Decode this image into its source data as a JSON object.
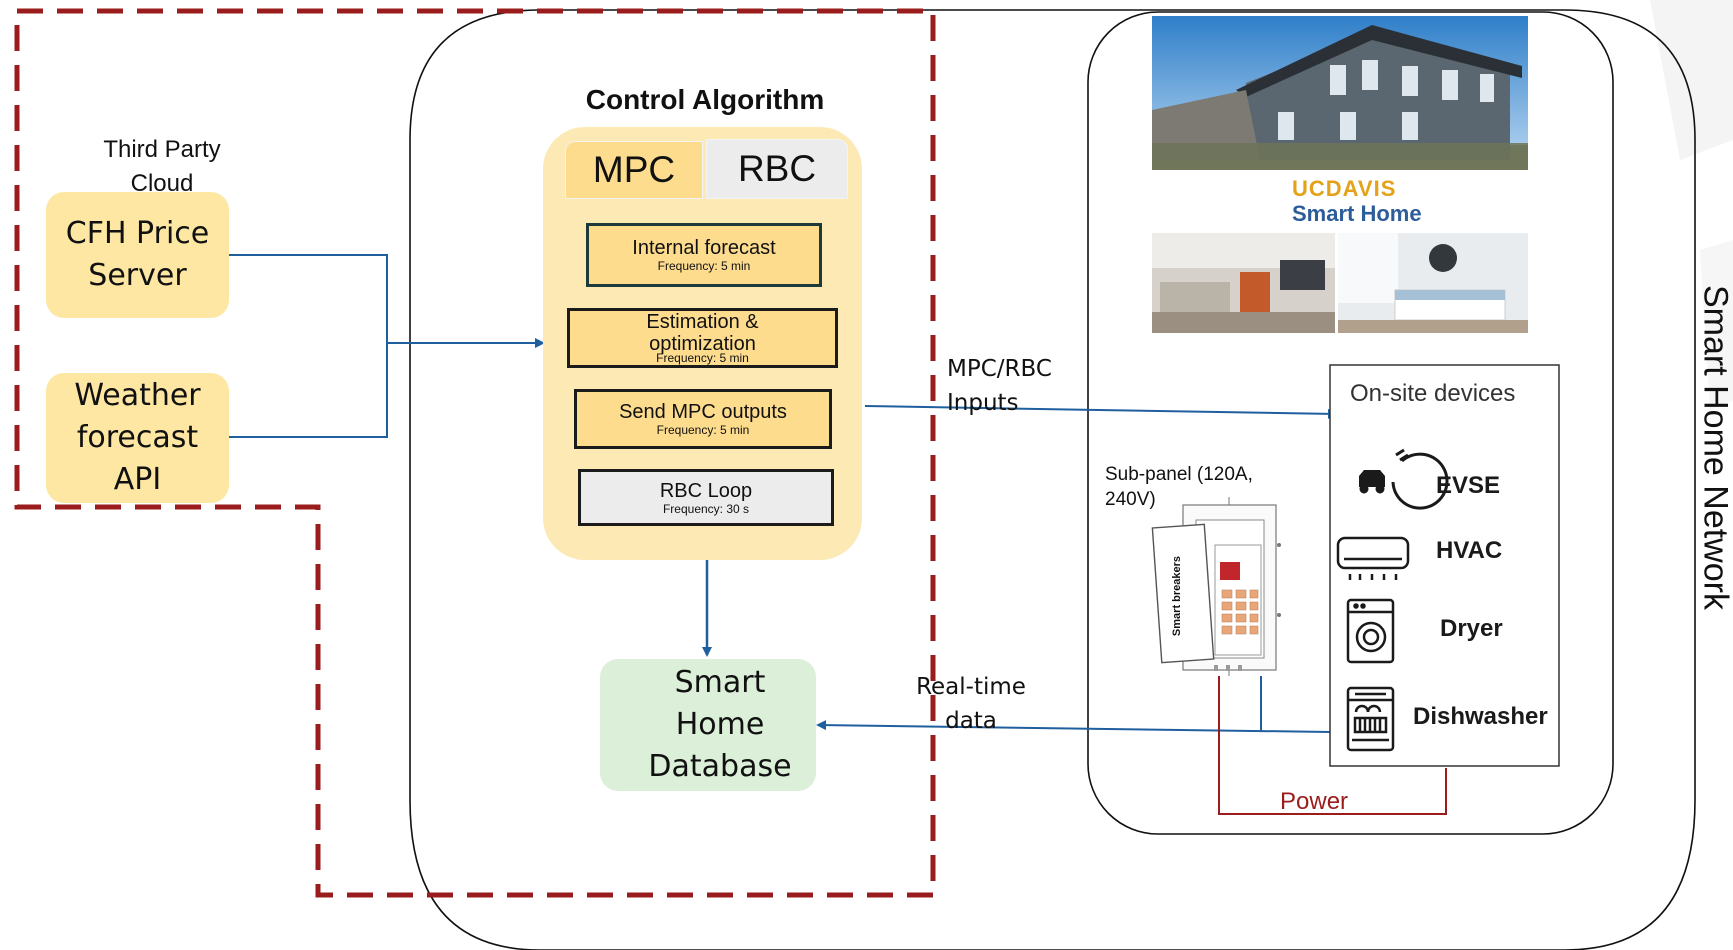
{
  "control_algorithm": {
    "title": "Control Algorithm",
    "tabs": [
      "MPC",
      "RBC"
    ],
    "steps": [
      {
        "title": "Internal forecast",
        "frequency": "Frequency: 5 min"
      },
      {
        "title": "Estimation & optimization",
        "frequency": "Frequency: 5 min"
      },
      {
        "title": "Send MPC outputs",
        "frequency": "Frequency: 5 min"
      },
      {
        "title": "RBC Loop",
        "frequency": "Frequency: 30 s"
      }
    ]
  },
  "third_party": {
    "label": "Third Party Cloud",
    "price_server": "CFH Price Server",
    "weather_api": "Weather forecast API"
  },
  "database": {
    "label": "Smart Home Database"
  },
  "edges": {
    "mpc_rbc_inputs": "MPC/RBC Inputs",
    "real_time_data": "Real-time data",
    "power": "Power"
  },
  "smart_home": {
    "network_label": "Smart Home Network",
    "brand_top": "UCDAVIS",
    "brand_bottom": "Smart Home",
    "subpanel_label": "Sub-panel (120A, 240V)",
    "breakers_label": "Smart breakers",
    "devices_title": "On-site devices",
    "devices": [
      {
        "name": "EVSE",
        "icon": "ev-charger-icon"
      },
      {
        "name": "HVAC",
        "icon": "air-conditioner-icon"
      },
      {
        "name": "Dryer",
        "icon": "dryer-icon"
      },
      {
        "name": "Dishwasher",
        "icon": "dishwasher-icon"
      }
    ]
  },
  "colors": {
    "dashed_boundary": "#9b1c1c",
    "arrow": "#1f5f9e",
    "power_line": "#9b1c1c",
    "yellow": "#fde7a3",
    "green": "#dcefd8"
  }
}
